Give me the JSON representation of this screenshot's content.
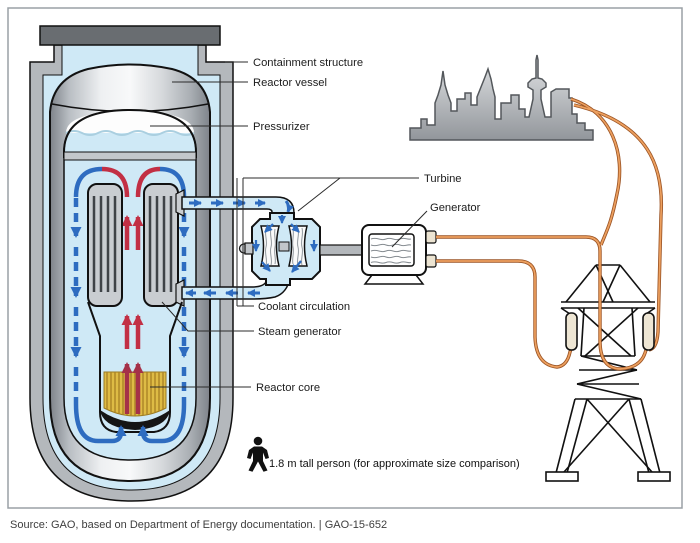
{
  "figure": {
    "labels": {
      "containment_structure": "Containment structure",
      "reactor_vessel": "Reactor vessel",
      "pressurizer": "Pressurizer",
      "turbine": "Turbine",
      "generator": "Generator",
      "coolant_circulation": "Coolant circulation",
      "steam_generator": "Steam generator",
      "reactor_core": "Reactor core"
    },
    "scale_note": "1.8 m tall person (for approximate size comparison)",
    "source_line": "Source: GAO, based on Department of Energy documentation.  |  GAO-15-652",
    "colors": {
      "hot_coolant": "#c22f44",
      "cold_coolant": "#2e6cc0",
      "power_lines": "#d08445",
      "reactor_core_fuel": "#debb45",
      "containment_interior": "#cfe9f6"
    }
  }
}
